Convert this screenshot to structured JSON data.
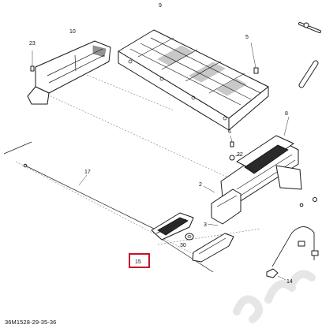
{
  "callouts": {
    "c9": "9",
    "c10": "10",
    "c23": "23",
    "c5": "5",
    "c6": "6",
    "c22": "22",
    "c8": "8",
    "c17": "17",
    "c2": "2",
    "c3": "3",
    "c30": "30",
    "c15": "15",
    "c14": "14"
  },
  "document_code": "36M1528-29-35-36",
  "colors": {
    "highlight": "#c8102e"
  }
}
